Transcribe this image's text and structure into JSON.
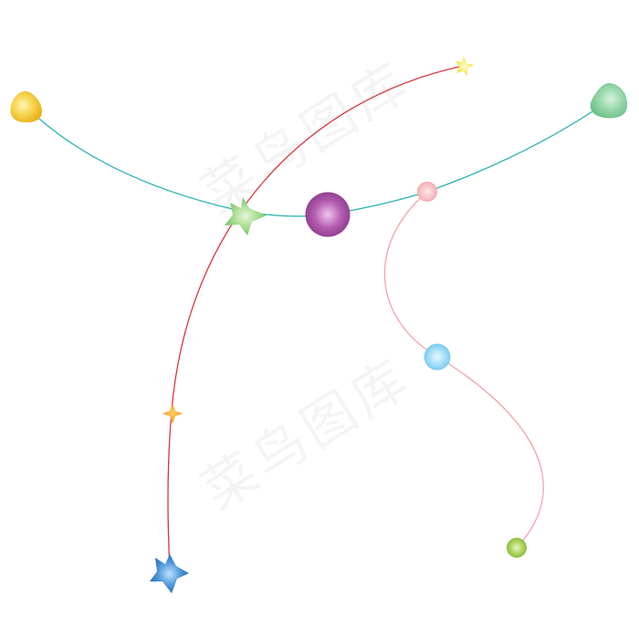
{
  "watermark": {
    "text": "菜鸟图库",
    "color": "#000000"
  },
  "palette": {
    "teal_line": "#2bb3b1",
    "red_line": "#d9363e",
    "pink_line": "#f0a3a8",
    "yellow_ornament": "#f6c531",
    "green_ornament": "#7cc99a",
    "green_star": "#8fcf7a",
    "purple_ball": "#a04a9e",
    "pink_ball": "#f4b3b8",
    "blue_ball": "#8fd3f3",
    "lime_ball": "#9fcc4c",
    "orange_star": "#f39a1b",
    "yellow_star": "#f3ea3a",
    "blue_star": "#2e7bc6"
  },
  "decorations": [
    {
      "id": "yellow-ornament",
      "shape": "drop",
      "color_key": "yellow_ornament"
    },
    {
      "id": "green-ornament",
      "shape": "drop",
      "color_key": "green_ornament"
    },
    {
      "id": "green-star",
      "shape": "star",
      "color_key": "green_star"
    },
    {
      "id": "purple-ball",
      "shape": "circle",
      "color_key": "purple_ball"
    },
    {
      "id": "pink-ball",
      "shape": "circle",
      "color_key": "pink_ball"
    },
    {
      "id": "blue-ball",
      "shape": "circle",
      "color_key": "blue_ball"
    },
    {
      "id": "lime-ball",
      "shape": "circle",
      "color_key": "lime_ball"
    },
    {
      "id": "orange-star",
      "shape": "star",
      "color_key": "orange_star"
    },
    {
      "id": "yellow-star",
      "shape": "star",
      "color_key": "yellow_star"
    },
    {
      "id": "blue-star",
      "shape": "star",
      "color_key": "blue_star"
    }
  ]
}
